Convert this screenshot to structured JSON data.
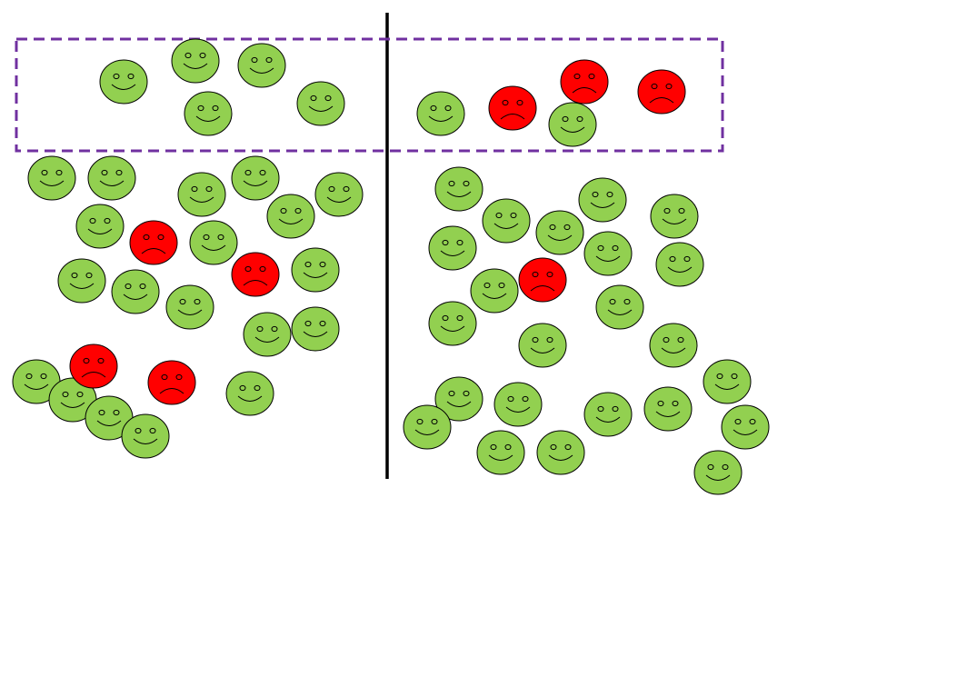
{
  "colors": {
    "happy": "#92d050",
    "sad": "#ff0000",
    "outline": "#000000",
    "divider": "#000000",
    "selection_border": "#7030a0"
  },
  "icons": {
    "happy": "happy-face-icon",
    "sad": "sad-face-icon"
  },
  "groups": {
    "left": {
      "selected_sample": {
        "happy": 5,
        "sad": 0
      },
      "rest": {
        "happy": 19,
        "sad": 4
      }
    },
    "right": {
      "selected_sample": {
        "happy": 2,
        "sad": 3
      },
      "rest": {
        "happy": 23,
        "sad": 1
      }
    }
  }
}
